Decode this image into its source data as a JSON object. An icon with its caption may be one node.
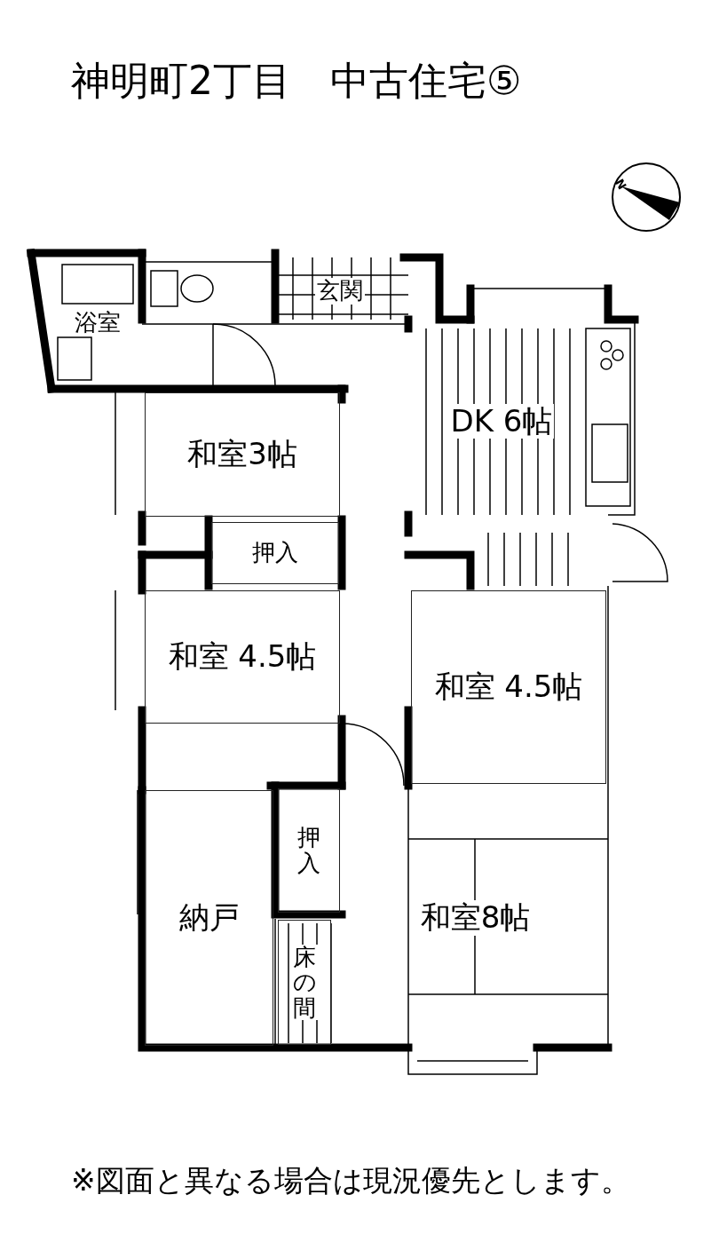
{
  "diagram": {
    "title": "神明町2丁目　中古住宅⑤",
    "caption": "※図面と異なる場合は現況優先とします。",
    "nodes": [
      {
        "text": [
          "浴室"
        ]
      },
      {
        "text": [
          "玄関"
        ]
      },
      {
        "text": [
          "DK 6帖"
        ]
      },
      {
        "text": [
          "和室3帖"
        ]
      },
      {
        "text": [
          "押入"
        ]
      },
      {
        "text": [
          "和室 4.5帖"
        ]
      },
      {
        "text": [
          "和室 4.5帖"
        ]
      },
      {
        "text": [
          "押入"
        ]
      },
      {
        "text": [
          "納戸"
        ]
      },
      {
        "text": [
          "和室8帖"
        ]
      },
      {
        "text": [
          "床の間"
        ]
      }
    ],
    "edges": [],
    "labels": [
      "N"
    ]
  }
}
